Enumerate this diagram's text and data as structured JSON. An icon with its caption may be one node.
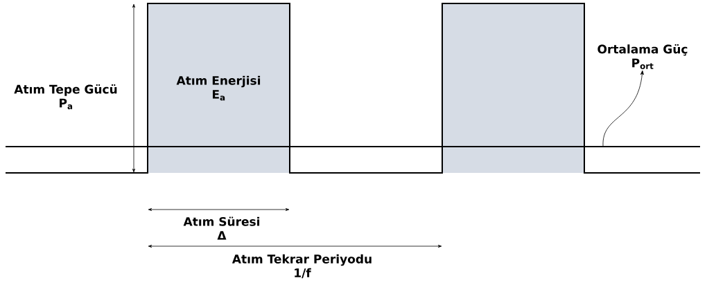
{
  "diagram": {
    "nodes": [
      {
        "text": [
          "Atım Enerjisi E$_{a}$"
        ]
      },
      {
        "text": [],
        "shape": "box"
      },
      {
        "text": [
          "Ortalama Güç P$_{ort}$"
        ]
      }
    ],
    "edges": [
      {
        "from": null,
        "to": 2,
        "arrow": "to"
      }
    ],
    "labels": [
      "Atım Tepe Gücü P$_{a}$",
      "Atım Süresi Δ",
      "Atım Tekrar Periyodu 1/f"
    ]
  }
}
